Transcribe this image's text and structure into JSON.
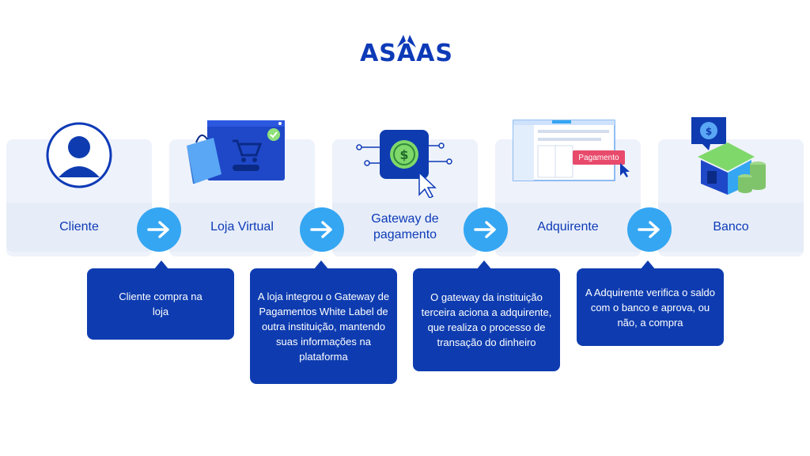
{
  "logo": {
    "text": "ASAAS"
  },
  "colors": {
    "brand": "#0d3ab7",
    "accent": "#35a6f2",
    "bubble": "#0e3cb0",
    "card": "#eef2fa",
    "tag": "#e84a6b"
  },
  "stages": [
    {
      "label": "Cliente",
      "icon": "user-avatar-icon"
    },
    {
      "label": "Loja Virtual",
      "icon": "online-store-icon"
    },
    {
      "label": "Gateway de pagamento",
      "icon": "payment-gateway-icon"
    },
    {
      "label": "Adquirente",
      "icon": "payment-screen-icon"
    },
    {
      "label": "Banco",
      "icon": "bank-icon"
    }
  ],
  "arrows": [
    "arrow-right-icon",
    "arrow-right-icon",
    "arrow-right-icon",
    "arrow-right-icon"
  ],
  "adquirente_tag": "Pagamento",
  "descriptions": [
    "Cliente compra na loja",
    "A loja integrou o Gateway de Pagamentos White Label de outra instituição, mantendo suas informações na plataforma",
    "O gateway da instituição terceira aciona a adquirente,  que realiza o processo de transação do dinheiro",
    "A Adquirente verifica o saldo com o banco e aprova, ou não, a compra"
  ]
}
